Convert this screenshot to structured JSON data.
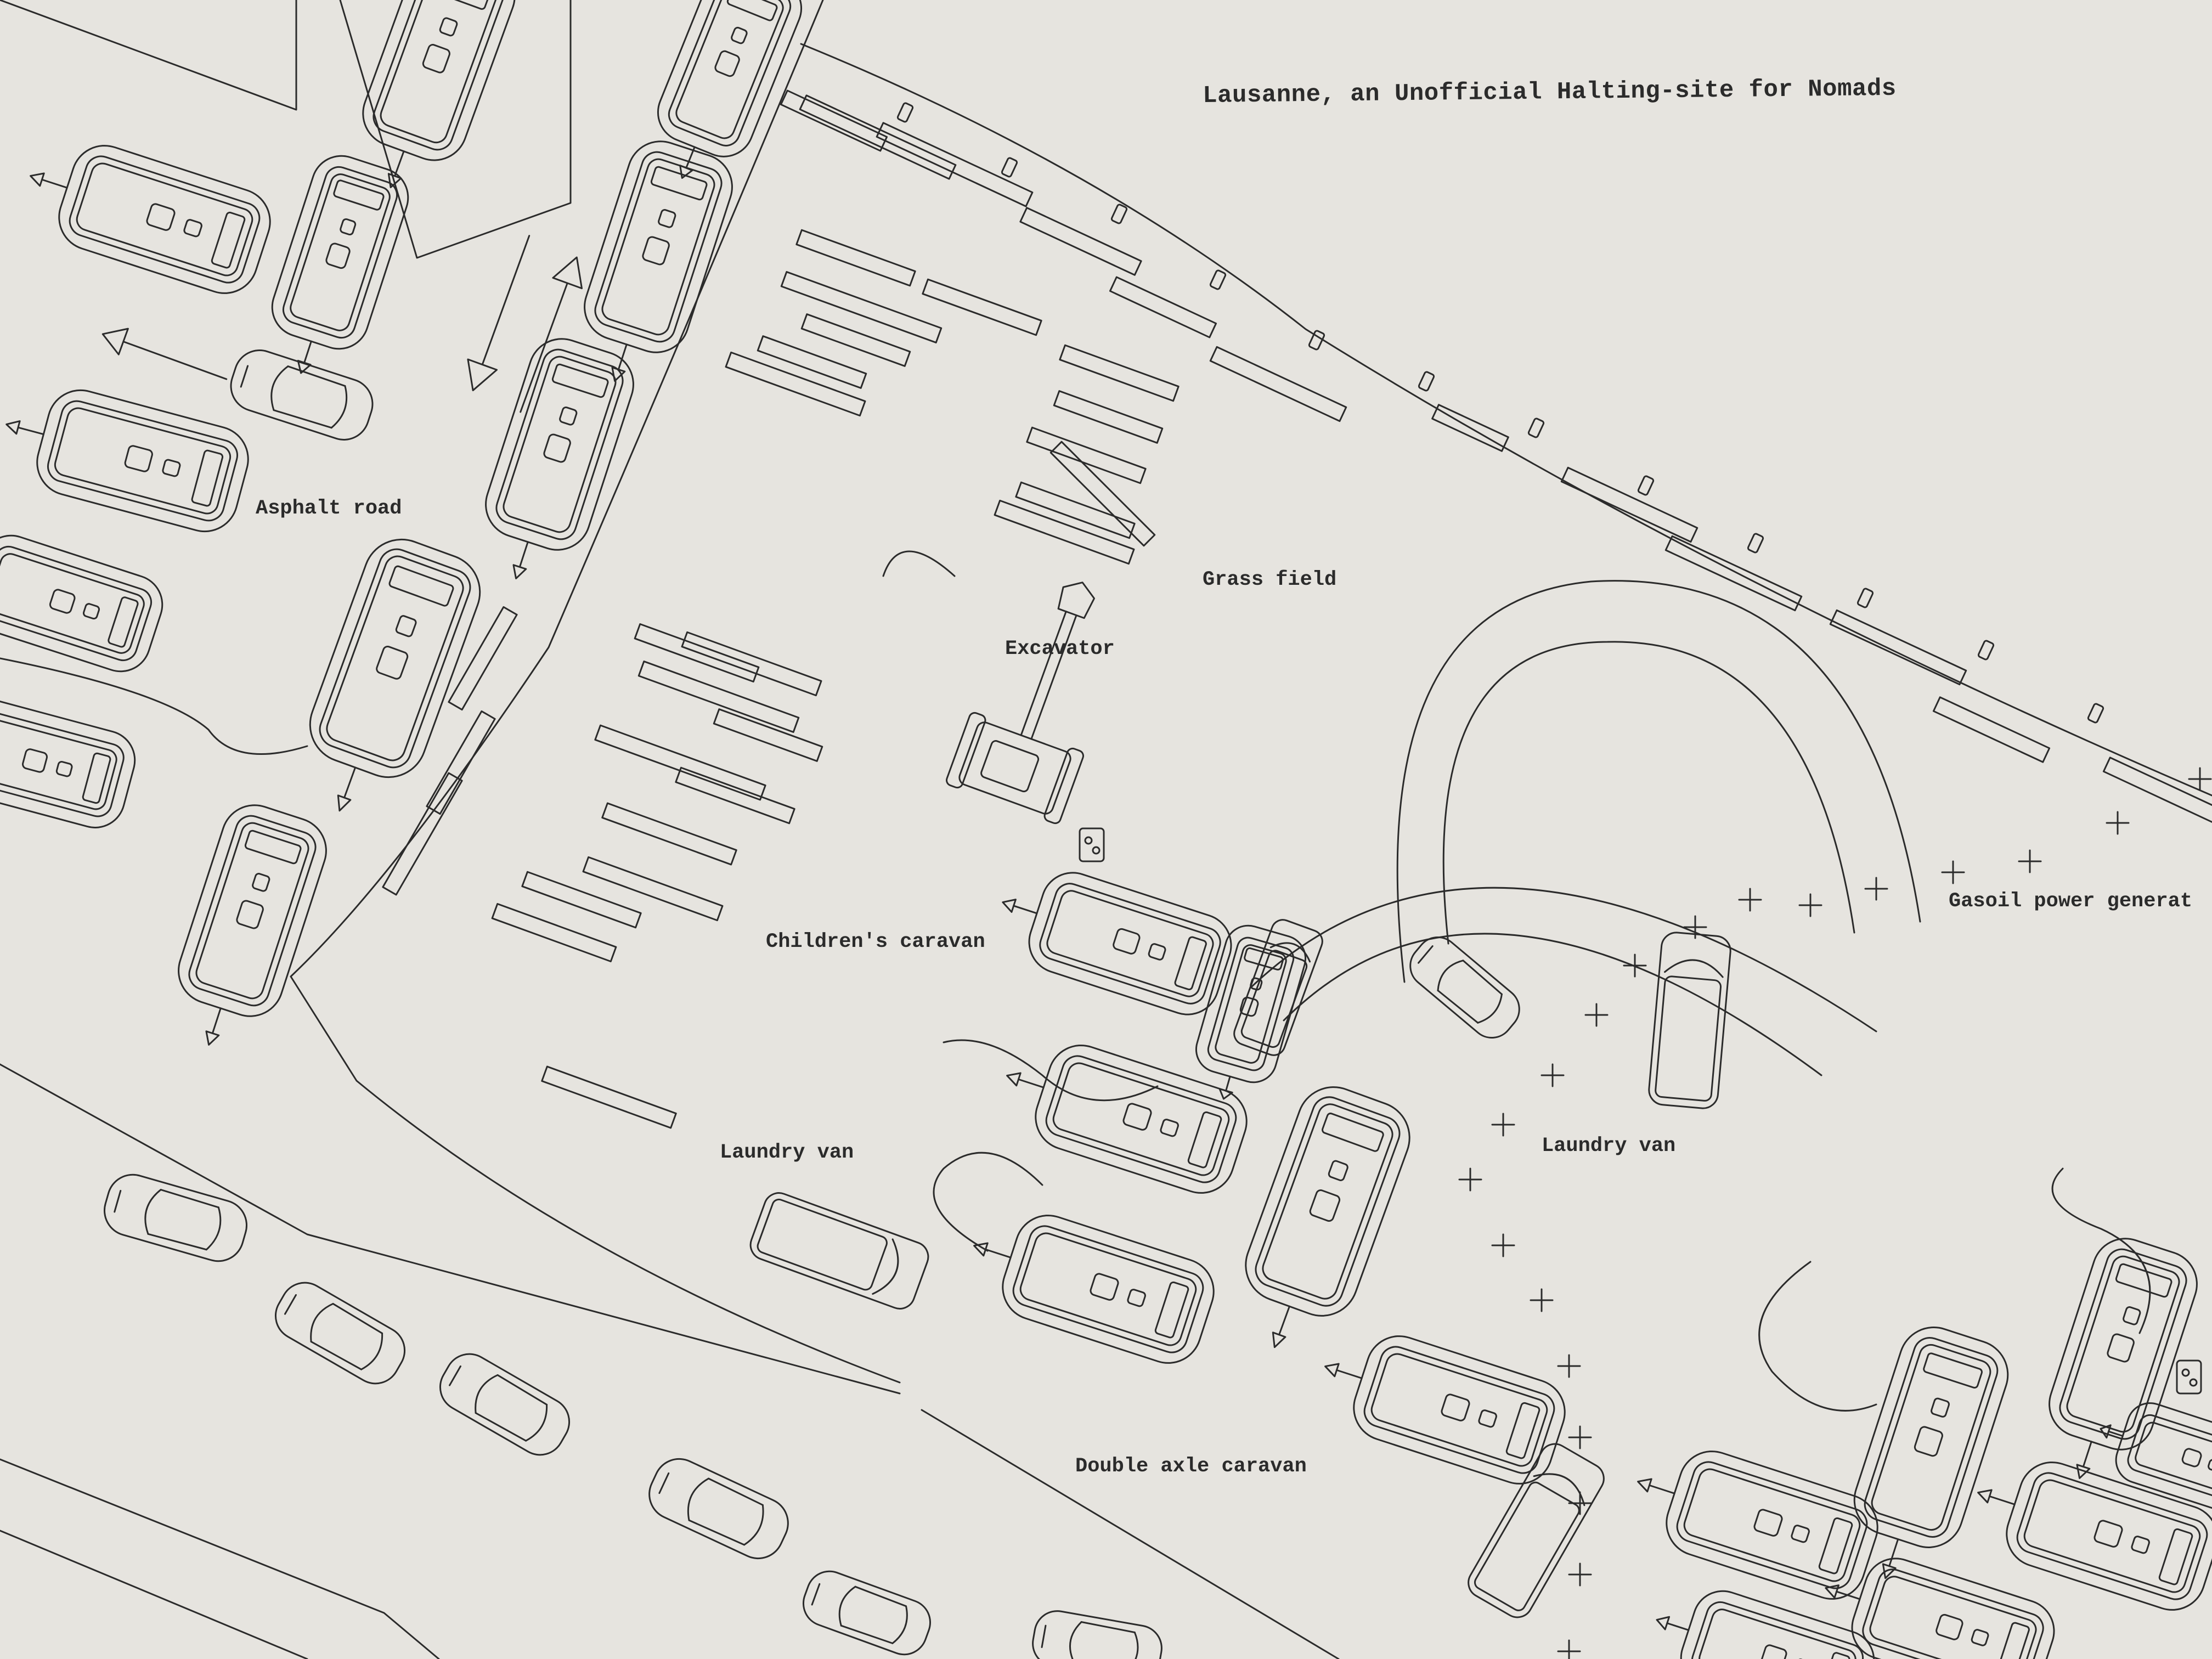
{
  "map": {
    "title": "Lausanne, an Unofficial Halting-site for Nomads",
    "labels": {
      "asphalt_road": "Asphalt road",
      "grass_field": "Grass field",
      "excavator": "Excavator",
      "childrens_caravan": "Children's caravan",
      "laundry_van_left": "Laundry van",
      "laundry_van_right": "Laundry van",
      "double_axle_caravan": "Double axle caravan",
      "gasoil_generator": "Gasoil power generat"
    },
    "colors": {
      "paper": "#e6e4df",
      "ink": "#2b2b2b"
    },
    "icons": [
      "caravan-icon",
      "car-icon",
      "van-icon",
      "excavator-icon",
      "generator-icon",
      "arrow-icon",
      "fence-post-icon",
      "plank-icon",
      "cross-marker-icon"
    ]
  }
}
